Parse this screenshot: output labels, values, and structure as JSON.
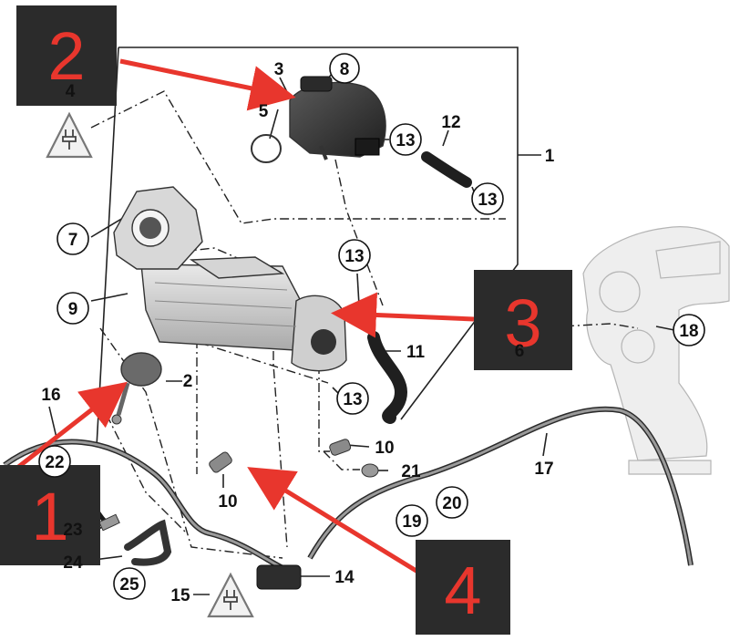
{
  "diagram": {
    "part_numbers": {
      "p1": "1",
      "p2": "2",
      "p3": "3",
      "p4": "4",
      "p5": "5",
      "p6": "6",
      "p7": "7",
      "p8": "8",
      "p9": "9",
      "p10a": "10",
      "p10b": "10",
      "p11": "11",
      "p12": "12",
      "p13a": "13",
      "p13b": "13",
      "p13c": "13",
      "p13d": "13",
      "p14": "14",
      "p15": "15",
      "p16": "16",
      "p17": "17",
      "p18": "18",
      "p19": "19",
      "p20": "20",
      "p21": "21",
      "p22": "22",
      "p23": "23",
      "p24": "24",
      "p25": "25"
    },
    "callouts": {
      "c1": "1",
      "c2": "2",
      "c3": "3",
      "c4": "4"
    },
    "colors": {
      "callout_box": "#2b2b2b",
      "callout_number": "#e8362d",
      "arrow": "#e8362d",
      "line": "#222222",
      "part_fill": "#dcdcdc",
      "background_part": "#eeeeee"
    },
    "icons": [
      "warning-electrical-icon"
    ]
  }
}
